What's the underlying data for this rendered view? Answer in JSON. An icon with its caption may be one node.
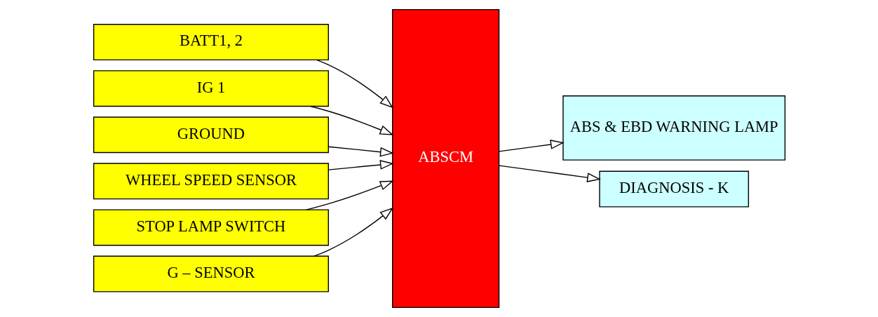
{
  "diagram": {
    "nodes": [
      {
        "text": [
          "BATT1, 2"
        ]
      },
      {
        "text": [
          "IG 1"
        ]
      },
      {
        "text": [
          "GROUND"
        ]
      },
      {
        "text": [
          "WHEEL SPEED SENSOR"
        ]
      },
      {
        "text": [
          "STOP LAMP SWITCH"
        ]
      },
      {
        "text": [
          "G – SENSOR"
        ]
      },
      {
        "text": [
          "ABSCM"
        ]
      },
      {
        "text": [
          "ABS & EBD WARNING LAMP"
        ]
      },
      {
        "text": [
          "DIAGNOSIS - K"
        ]
      }
    ],
    "edges": [
      {
        "from": 0,
        "to": 6,
        "arrow": "to"
      },
      {
        "from": 1,
        "to": 6,
        "arrow": "to"
      },
      {
        "from": 2,
        "to": 6,
        "arrow": "to"
      },
      {
        "from": 3,
        "to": 6,
        "arrow": "to"
      },
      {
        "from": 4,
        "to": 6,
        "arrow": "to"
      },
      {
        "from": 5,
        "to": 6,
        "arrow": "to"
      },
      {
        "from": 6,
        "to": 7,
        "arrow": "to"
      },
      {
        "from": 6,
        "to": 8,
        "arrow": "to"
      }
    ]
  }
}
